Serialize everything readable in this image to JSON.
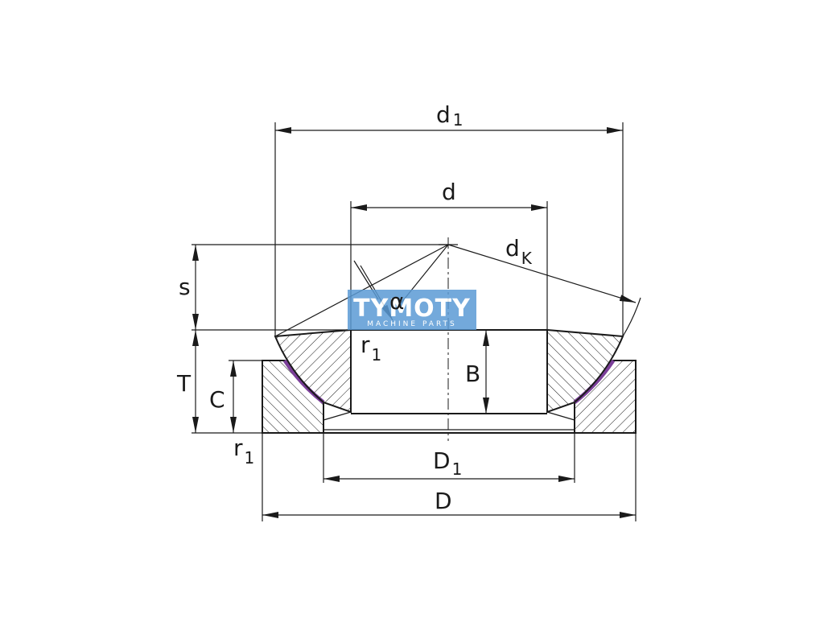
{
  "labels": {
    "d1": {
      "main": "d",
      "sub": "1"
    },
    "d": {
      "main": "d"
    },
    "dk": {
      "main": "d",
      "sub": "K"
    },
    "s": {
      "main": "s"
    },
    "alpha": {
      "main": "α"
    },
    "r1_inner": {
      "main": "r",
      "sub": "1"
    },
    "T": {
      "main": "T"
    },
    "C": {
      "main": "C"
    },
    "B": {
      "main": "B"
    },
    "r1_outer": {
      "main": "r",
      "sub": "1"
    },
    "D1": {
      "main": "D",
      "sub": "1"
    },
    "D": {
      "main": "D"
    }
  },
  "watermark": {
    "title": "TYMOTY",
    "subtitle": "MACHINE PARTS",
    "color": "#5b9bd5"
  },
  "colors": {
    "line": "#1a1a1a",
    "sliding_layer": "#7b3f99"
  }
}
